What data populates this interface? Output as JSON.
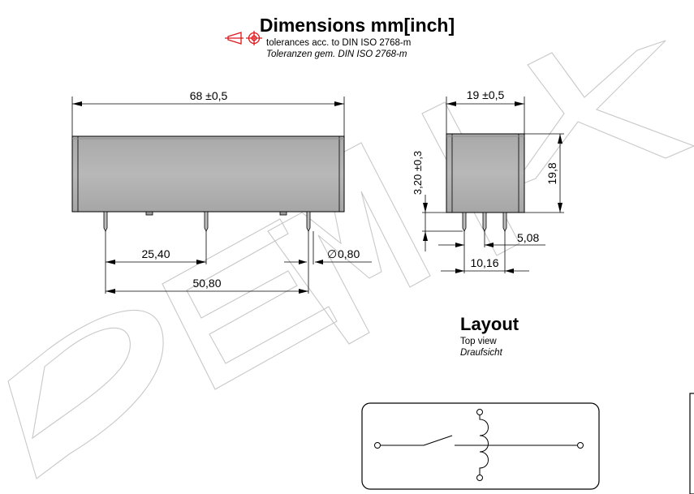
{
  "header": {
    "title": "Dimensions mm[inch]",
    "tolerance_en": "tolerances acc. to DIN ISO 2768-m",
    "tolerance_de": "Toleranzen gem. DIN ISO 2768-m",
    "projection_symbol": "first-angle-projection-icon",
    "symbol_color": "#e0161b"
  },
  "watermark": {
    "text": "DEMIX",
    "color": "#c8c8c8"
  },
  "front_view": {
    "length": "68 ±0,5",
    "pin_pitch": "25,40",
    "pin_span": "50,80",
    "pin_diameter": "0,80",
    "diameter_symbol": "∅"
  },
  "side_view": {
    "width": "19 ±0,5",
    "height": "19,8",
    "pin_length": "3,20 ±0,3",
    "pin_spacing_small": "5,08",
    "pin_spacing_large": "10,16"
  },
  "layout": {
    "title": "Layout",
    "subtitle_en": "Top view",
    "subtitle_de": "Draufsicht"
  },
  "colors": {
    "body_fill": "#b3b3b3",
    "body_dark": "#8f8f8f"
  }
}
